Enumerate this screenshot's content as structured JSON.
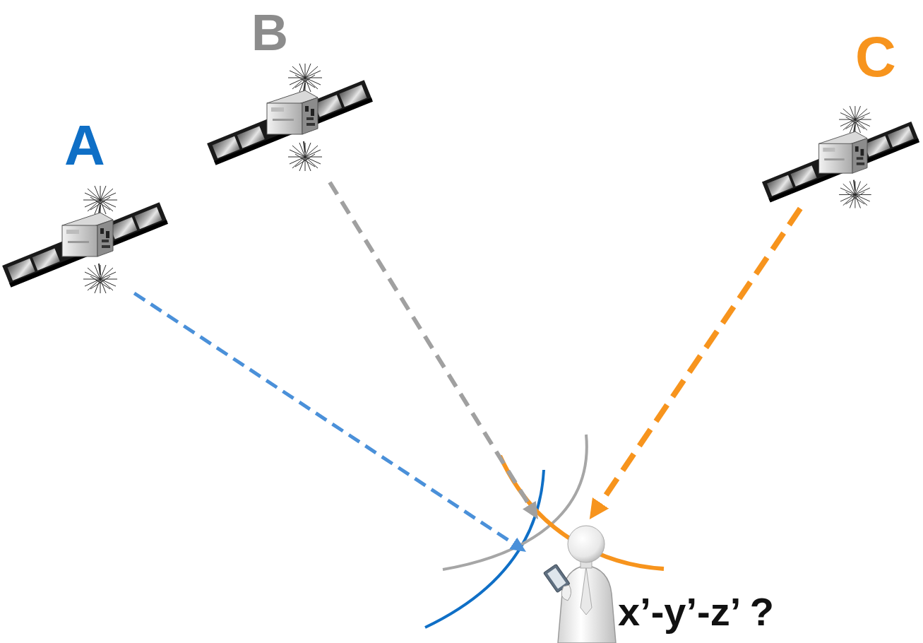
{
  "diagram": {
    "nodes": [
      {
        "text": [
          "A"
        ]
      },
      {
        "text": [
          "B"
        ]
      },
      {
        "text": [
          "C"
        ]
      },
      {
        "text": [
          "x’-y’-z’ ?"
        ]
      }
    ],
    "edges": [
      {
        "from": 0,
        "to": 3,
        "arrow": "to"
      },
      {
        "from": 1,
        "to": 3,
        "arrow": "to"
      },
      {
        "from": 2,
        "to": 3,
        "arrow": "to"
      }
    ]
  }
}
